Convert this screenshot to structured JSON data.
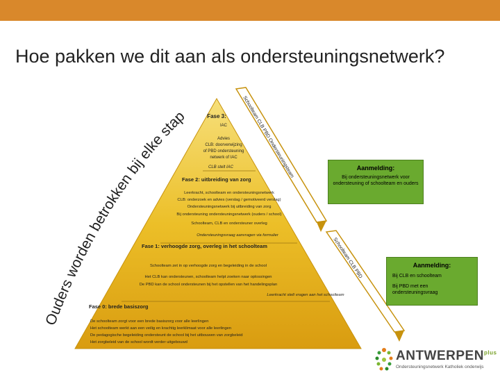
{
  "title": "Hoe pakken we dit aan als ondersteuningsnetwerk?",
  "parents_arc": "Ouders worden betrokken bij elke stap",
  "arrow_upper": "Schoolteam  CLB  PBD  Ondersteuningsteam",
  "arrow_lower": "Schoolteam  CLB  PBD",
  "phase3": {
    "title": "Fase 3:",
    "lines": [
      "IAC",
      "Advies",
      "CLB: doorverwijzing",
      "of PBD ondersteuning",
      "netwerk of IAC",
      "CLB stelt IAC"
    ]
  },
  "phase2": {
    "title": "Fase 2: uitbreiding van zorg",
    "lines": [
      "Leerkracht, schoolteam en ondersteuningsnetwerk",
      "CLB: onderzoek en advies (verslag / gemotiveerd verslag)",
      "Ondersteuningsnetwerk bij uitbreiding van zorg",
      "Bij ondersteuning ondersteuningsnetwerk (ouders / school)",
      "Schoolteam, CLB en ondersteuner overleg"
    ],
    "italic_line": "Ondersteuningsvraag aanvragen via formulier"
  },
  "phase1": {
    "title": "Fase 1: verhoogde zorg, overleg in het schoolteam",
    "lines": [
      "Schoolteam zet in op verhoogde zorg en begeleiding in de school",
      "Het CLB kan ondersteunen, schoolteam helpt zoeken naar oplossingen",
      "De PBD kan de school ondersteunen bij het opstellen van het handelingsplan"
    ],
    "italic_line": "Leerkracht stelt vragen aan het schoolteam"
  },
  "phase0": {
    "title": "Fase 0: brede basiszorg",
    "lines": [
      "De schoolteam zorgt voor een brede basiszorg voor alle leerlingen",
      "Het schoolteam werkt aan een veilig en krachtig leerklimaat voor alle leerlingen",
      "De pedagogische begeleiding ondersteunt de school bij het uitbouwen van zorgbeleid",
      "Het zorgbeleid van de school wordt verder uitgebouwd"
    ]
  },
  "aanmelding1": {
    "title": "Aanmelding:",
    "body": "Bij ondersteuningsnetwerk voor ondersteuning of schoolteam en ouders"
  },
  "aanmelding2": {
    "title": "Aanmelding:",
    "lines": [
      "Bij CLB en schoolteam",
      "Bij PBD met een ondersteuningsvraag"
    ]
  },
  "logo": {
    "word": "ANTWERPEN",
    "sup": "plus",
    "sub": "Ondersteuningsnetwerk Katholiek onderwijs"
  },
  "colors": {
    "topbar": "#d9882b",
    "pyramid": "#e8b61c",
    "green_box": "#6aaa2f"
  }
}
